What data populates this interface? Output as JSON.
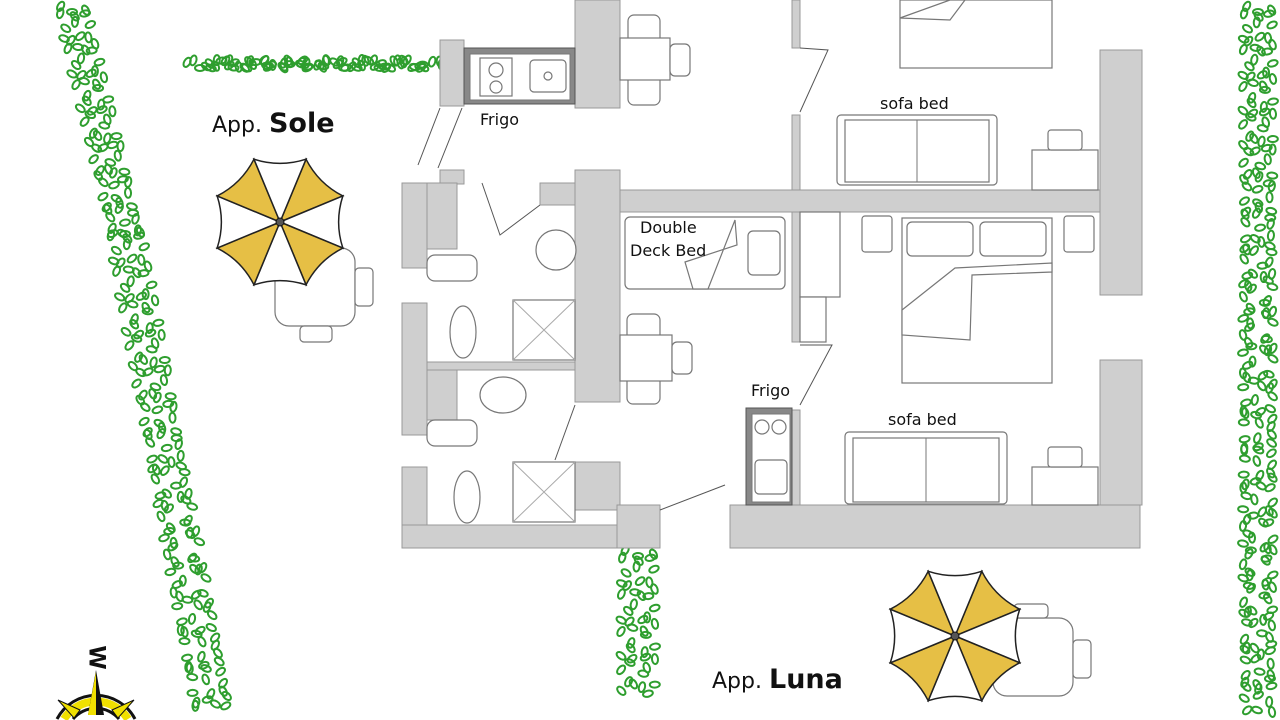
{
  "apartments": [
    {
      "prefix": "App.",
      "name": "Sole"
    },
    {
      "prefix": "App.",
      "name": "Luna"
    }
  ],
  "labels": {
    "frigo_top": "Frigo",
    "frigo_mid": "Frigo",
    "sofa_bed_top": "sofa bed",
    "sofa_bed_bottom": "sofa bed",
    "double_deck_line1": "Double",
    "double_deck_line2": "Deck Bed"
  },
  "compass": {
    "direction_label": "W"
  },
  "colors": {
    "wall": "#cfcfcf",
    "hedge": "#2e9e2e",
    "umbrella": "#e6bf45",
    "compass": "#f0e000"
  }
}
